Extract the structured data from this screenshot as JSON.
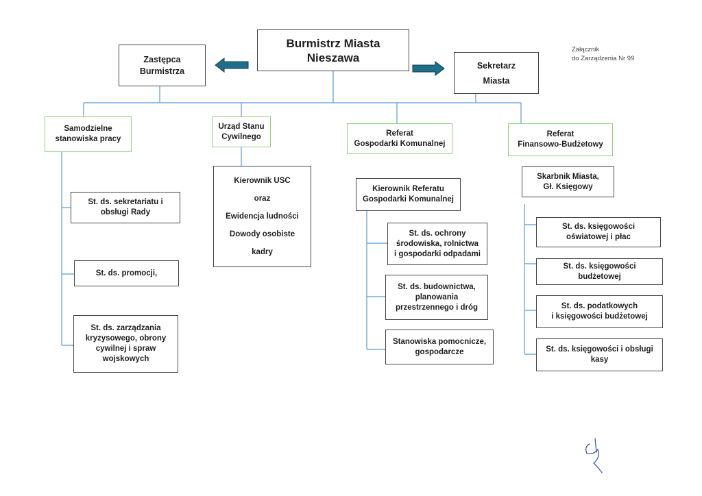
{
  "annex": {
    "line1": "Załącznik",
    "line2": "do Zarządzenia Nr 99"
  },
  "top": {
    "mayor": [
      "Burmistrz Miasta",
      "Nieszawa"
    ],
    "deputy": [
      "Zastępca",
      "Burmistrza"
    ],
    "secretary": [
      "Sekretarz",
      "Miasta"
    ]
  },
  "departments": [
    {
      "title": [
        "Samodzielne",
        "stanowiska pracy"
      ]
    },
    {
      "title": [
        "Urząd Stanu",
        "Cywilnego"
      ]
    },
    {
      "title": [
        "Referat",
        "Gospodarki Komunalnej"
      ]
    },
    {
      "title": [
        "Referat",
        "Finansowo-Budżetowy"
      ]
    }
  ],
  "independent_posts": [
    [
      "St. ds. sekretariatu i",
      "obsługi Rady"
    ],
    [
      "St. ds. promocji,"
    ],
    [
      "St. ds. zarządzania",
      "kryzysowego, obrony",
      "cywilnej i spraw",
      "wojskowych"
    ]
  ],
  "usc_box": [
    "Kierownik USC",
    "oraz",
    "Ewidencja ludności",
    "Dowody osobiste",
    "kadry"
  ],
  "communal": {
    "head": [
      "Kierownik Referatu",
      "Gospodarki Komunalnej"
    ],
    "posts": [
      [
        "St. ds. ochrony",
        "środowiska, rolnictwa",
        "i gospodarki odpadami"
      ],
      [
        "St. ds. budownictwa,",
        "planowania",
        "przestrzennego i dróg"
      ],
      [
        "Stanowiska pomocnicze,",
        "gospodarcze"
      ]
    ]
  },
  "finance": {
    "head": [
      "Skarbnik Miasta,",
      "Gł. Księgowy"
    ],
    "posts": [
      [
        "St. ds. księgowości",
        "oświatowej i płac"
      ],
      [
        "St. ds. księgowości",
        "budżetowej"
      ],
      [
        "St. ds. podatkowych",
        "i księgowości budżetowej"
      ],
      [
        "St. ds. księgowości i obsługi",
        "kasy"
      ]
    ]
  },
  "colors": {
    "connector": "#5b9bd5",
    "arrow": "#1f6f8b",
    "dept_border": "#8fcf7f",
    "box_border": "#444444"
  }
}
